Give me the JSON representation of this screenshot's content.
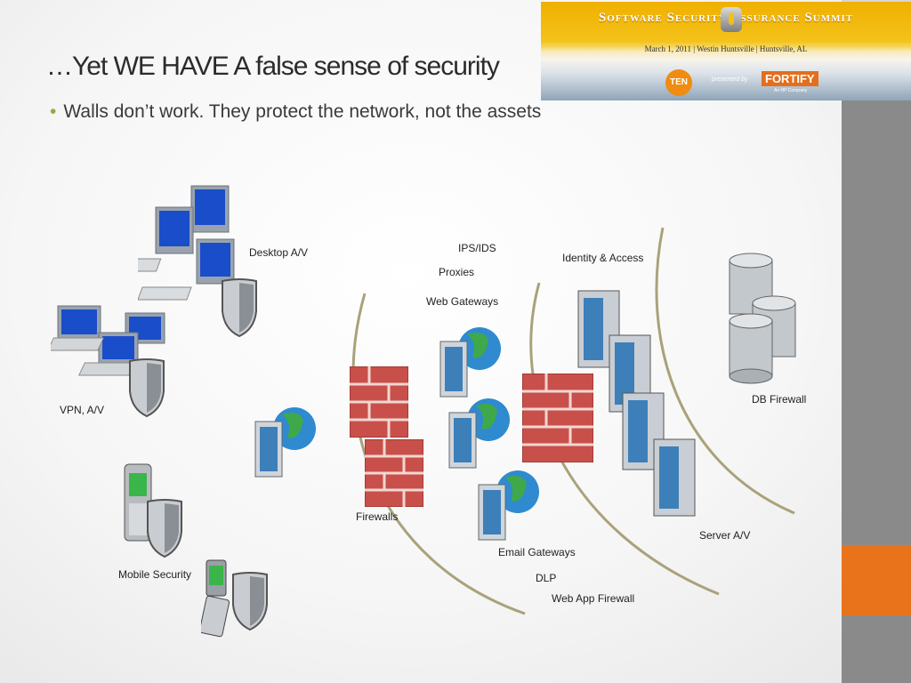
{
  "banner": {
    "title": "Software Security  Assurance Summit",
    "subtitle": "March 1, 2011 | Westin Huntsville | Huntsville, AL",
    "ten_logo": "TEN",
    "presented_by": "presented by",
    "fortify_logo": "FORTIFY",
    "fortify_sub": "An HP Company"
  },
  "slide": {
    "title": "…Yet WE HAVE A false sense of security",
    "bullet": "Walls don’t work. They protect the network, not the assets"
  },
  "labels": {
    "desktop_av": "Desktop A/V",
    "vpn_av": "VPN, A/V",
    "mobile_security": "Mobile Security",
    "ips_ids": "IPS/IDS",
    "proxies": "Proxies",
    "web_gateways": "Web Gateways",
    "identity_access": "Identity & Access",
    "db_firewall": "DB Firewall",
    "firewalls": "Firewalls",
    "email_gateways": "Email Gateways",
    "dlp": "DLP",
    "web_app_firewall": "Web App Firewall",
    "server_av": "Server A/V"
  },
  "colors": {
    "accent_orange": "#e8731a",
    "arc": "#a9a27a",
    "brick": "#c9504a",
    "server_blue": "#3d7fb8"
  }
}
